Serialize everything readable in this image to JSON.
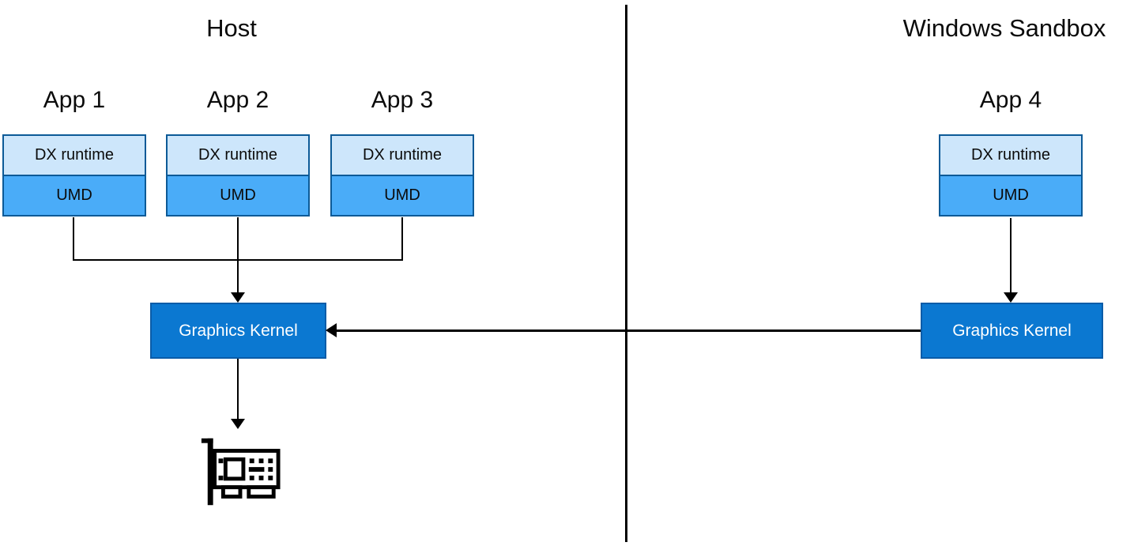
{
  "diagram": {
    "host": {
      "title": "Host",
      "apps": [
        {
          "label": "App 1",
          "layers": [
            "DX runtime",
            "UMD"
          ]
        },
        {
          "label": "App 2",
          "layers": [
            "DX runtime",
            "UMD"
          ]
        },
        {
          "label": "App 3",
          "layers": [
            "DX runtime",
            "UMD"
          ]
        }
      ],
      "kernel_label": "Graphics Kernel",
      "gpu_icon": "graphics-card-icon"
    },
    "sandbox": {
      "title": "Windows Sandbox",
      "apps": [
        {
          "label": "App 4",
          "layers": [
            "DX runtime",
            "UMD"
          ]
        }
      ],
      "kernel_label": "Graphics Kernel"
    },
    "colors": {
      "dx_runtime_fill": "#cde6fb",
      "umd_fill": "#4aacf8",
      "box_border": "#0c5a97",
      "kernel_fill": "#0b78d1",
      "kernel_border": "#0a5ca8",
      "kernel_text": "#ffffff",
      "connector": "#000000"
    }
  }
}
